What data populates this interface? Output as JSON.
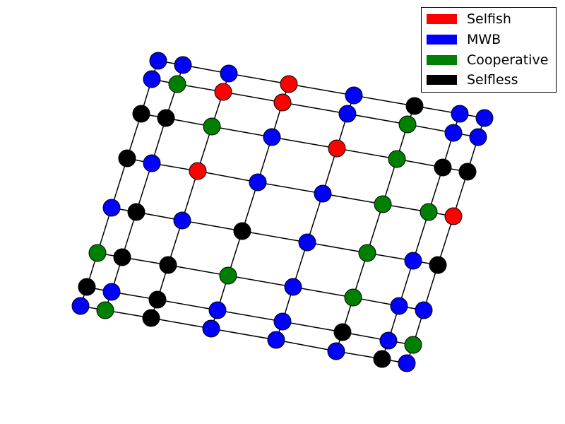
{
  "legend": {
    "items": [
      {
        "label": "Selfish",
        "color": "#ff0000"
      },
      {
        "label": "MWB",
        "color": "#0000ff"
      },
      {
        "label": "Cooperative",
        "color": "#008000"
      },
      {
        "label": "Selfless",
        "color": "#000000"
      }
    ]
  },
  "node_types": [
    "Selfish",
    "MWB",
    "Cooperative",
    "Selfless"
  ],
  "grid": {
    "description_of_structure": "8 by 8 lattice graph, nodes connected to horizontal and vertical neighbors",
    "rows": [
      [
        "MWB",
        "MWB",
        "MWB",
        "Selfish",
        "MWB",
        "Selfless",
        "MWB",
        "MWB"
      ],
      [
        "MWB",
        "Cooperative",
        "Selfish",
        "Selfish",
        "MWB",
        "Cooperative",
        "MWB",
        "MWB"
      ],
      [
        "Selfless",
        "Selfless",
        "Cooperative",
        "MWB",
        "Selfish",
        "Cooperative",
        "Selfless",
        "Selfless"
      ],
      [
        "Selfless",
        "MWB",
        "Selfish",
        "MWB",
        "MWB",
        "Cooperative",
        "Cooperative",
        "Selfish"
      ],
      [
        "MWB",
        "Selfless",
        "MWB",
        "Selfless",
        "MWB",
        "Cooperative",
        "MWB",
        "Selfless"
      ],
      [
        "Cooperative",
        "Selfless",
        "Selfless",
        "Cooperative",
        "MWB",
        "Cooperative",
        "MWB",
        "MWB"
      ],
      [
        "Selfless",
        "MWB",
        "Selfless",
        "MWB",
        "MWB",
        "Selfless",
        "MWB",
        "Cooperative"
      ],
      [
        "MWB",
        "Cooperative",
        "Selfless",
        "MWB",
        "MWB",
        "MWB",
        "Selfless",
        "MWB"
      ]
    ]
  }
}
